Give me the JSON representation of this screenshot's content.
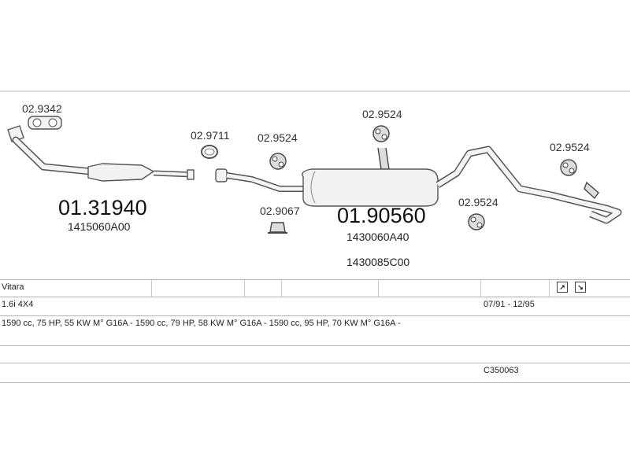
{
  "diagram": {
    "parts": [
      {
        "code": "02.9342"
      },
      {
        "code": "02.9711"
      },
      {
        "code": "02.9524"
      },
      {
        "code": "02.9524"
      },
      {
        "code": "02.9524"
      },
      {
        "code": "02.9524"
      },
      {
        "code": "02.9067"
      },
      {
        "code": "01.31940",
        "oem": [
          "1415060A00"
        ]
      },
      {
        "code": "01.90560",
        "oem": [
          "1430060A40",
          "1430085C00"
        ]
      }
    ]
  },
  "table": {
    "model": "Vitara",
    "variant": "1.6i 4X4",
    "period": "07/91 - 12/95",
    "engines": "1590 cc, 75 HP, 55 KW  M° G16A -  1590 cc, 79 HP, 58 KW  M° G16A -  1590 cc, 95 HP, 70 KW  M° G16A -",
    "catalog_code": "C350063",
    "icons": [
      "front-axle-icon",
      "rear-axle-icon"
    ]
  }
}
